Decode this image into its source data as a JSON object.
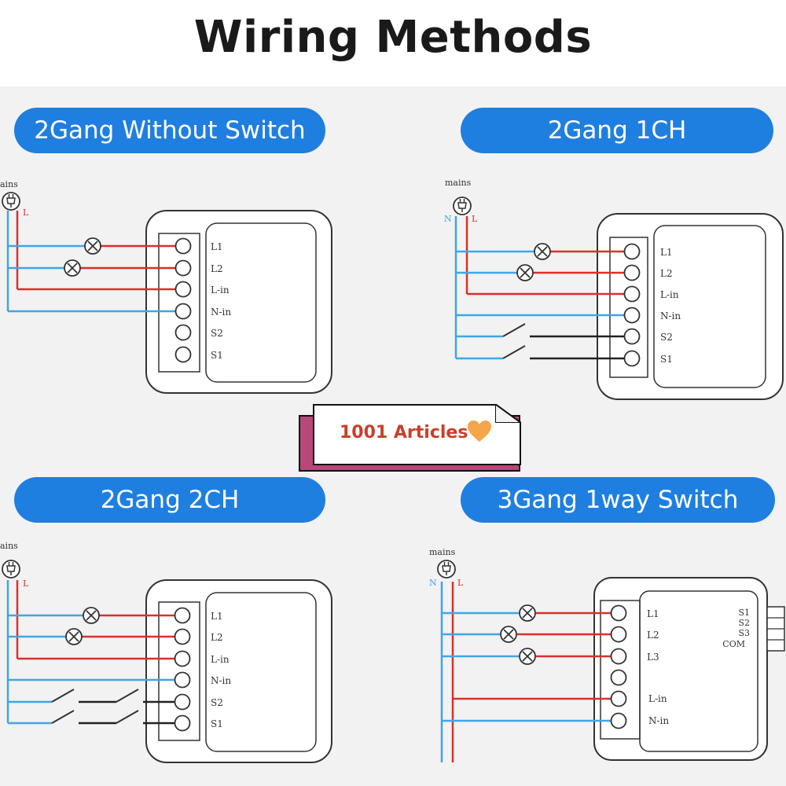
{
  "title": "Wiring Methods",
  "watermark": {
    "text": "1001 Articles"
  },
  "colors": {
    "accent": "#1f7fe0",
    "line_live": "#d9302c",
    "line_neutral": "#3ea6e6",
    "line_switch": "#222222"
  },
  "diagrams": [
    {
      "heading": "2Gang Without Switch",
      "mains_label": "ains",
      "n_mark": "",
      "l_mark": "L",
      "terminals": [
        "L1",
        "L2",
        "L-in",
        "N-in",
        "S2",
        "S1"
      ]
    },
    {
      "heading": "2Gang 1CH",
      "mains_label": "mains",
      "n_mark": "N",
      "l_mark": "L",
      "terminals": [
        "L1",
        "L2",
        "L-in",
        "N-in",
        "S2",
        "S1"
      ]
    },
    {
      "heading": "2Gang 2CH",
      "mains_label": "ains",
      "n_mark": "",
      "l_mark": "L",
      "terminals": [
        "L1",
        "L2",
        "L-in",
        "N-in",
        "S2",
        "S1"
      ]
    },
    {
      "heading": "3Gang 1way Switch",
      "mains_label": "mains",
      "n_mark": "N",
      "l_mark": "L",
      "terminals": [
        "L1",
        "L2",
        "L3",
        "L-in",
        "N-in"
      ],
      "side_terminals": [
        "S1",
        "S2",
        "S3",
        "COM"
      ]
    }
  ]
}
